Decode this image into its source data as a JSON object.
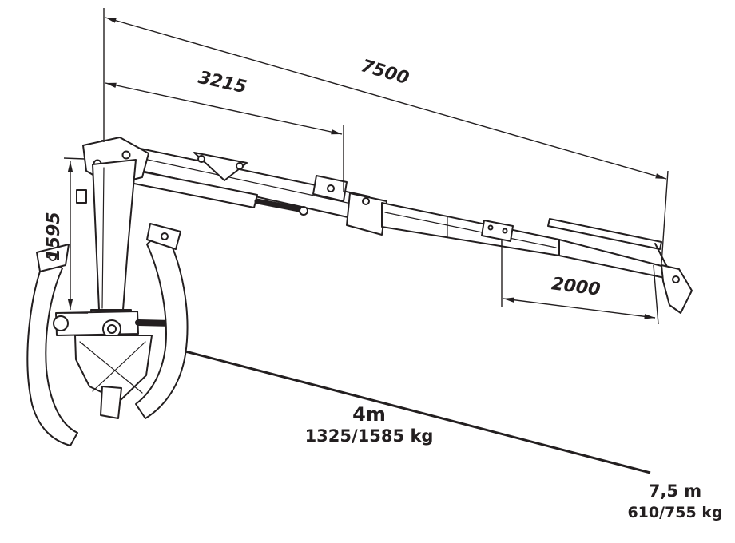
{
  "diagram": {
    "dimensions": {
      "total_reach": "7500",
      "inner_boom": "3215",
      "column_height": "1595",
      "extension": "2000"
    },
    "labels": {
      "reach_4m": "4m",
      "weight_4m": "1325/1585 kg",
      "reach_7_5m": "7,5 m",
      "weight_7_5m": "610/755 kg"
    },
    "colors": {
      "line": "#231f20",
      "background": "#ffffff"
    }
  }
}
